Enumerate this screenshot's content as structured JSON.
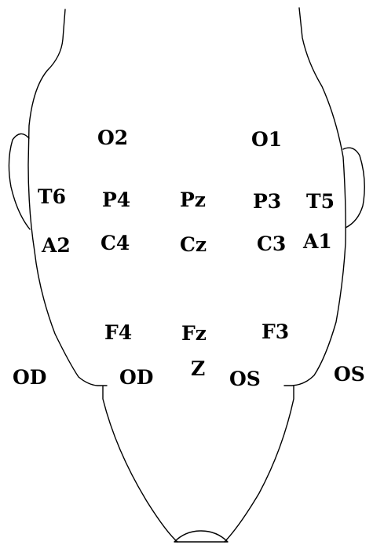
{
  "electrodes": {
    "o2": "O2",
    "o1": "O1",
    "t6": "T6",
    "p4": "P4",
    "pz": "Pz",
    "p3": "P3",
    "t5": "T5",
    "a2": "A2",
    "c4": "C4",
    "cz": "Cz",
    "c3": "C3",
    "a1": "A1",
    "f4": "F4",
    "fz": "Fz",
    "f3": "F3",
    "z": "Z"
  },
  "eyes": {
    "od_outer": "OD",
    "od_inner": "OD",
    "os_inner": "OS",
    "os_outer": "OS"
  },
  "colors": {
    "line": "#000000",
    "text": "#000000",
    "background": "#ffffff"
  }
}
